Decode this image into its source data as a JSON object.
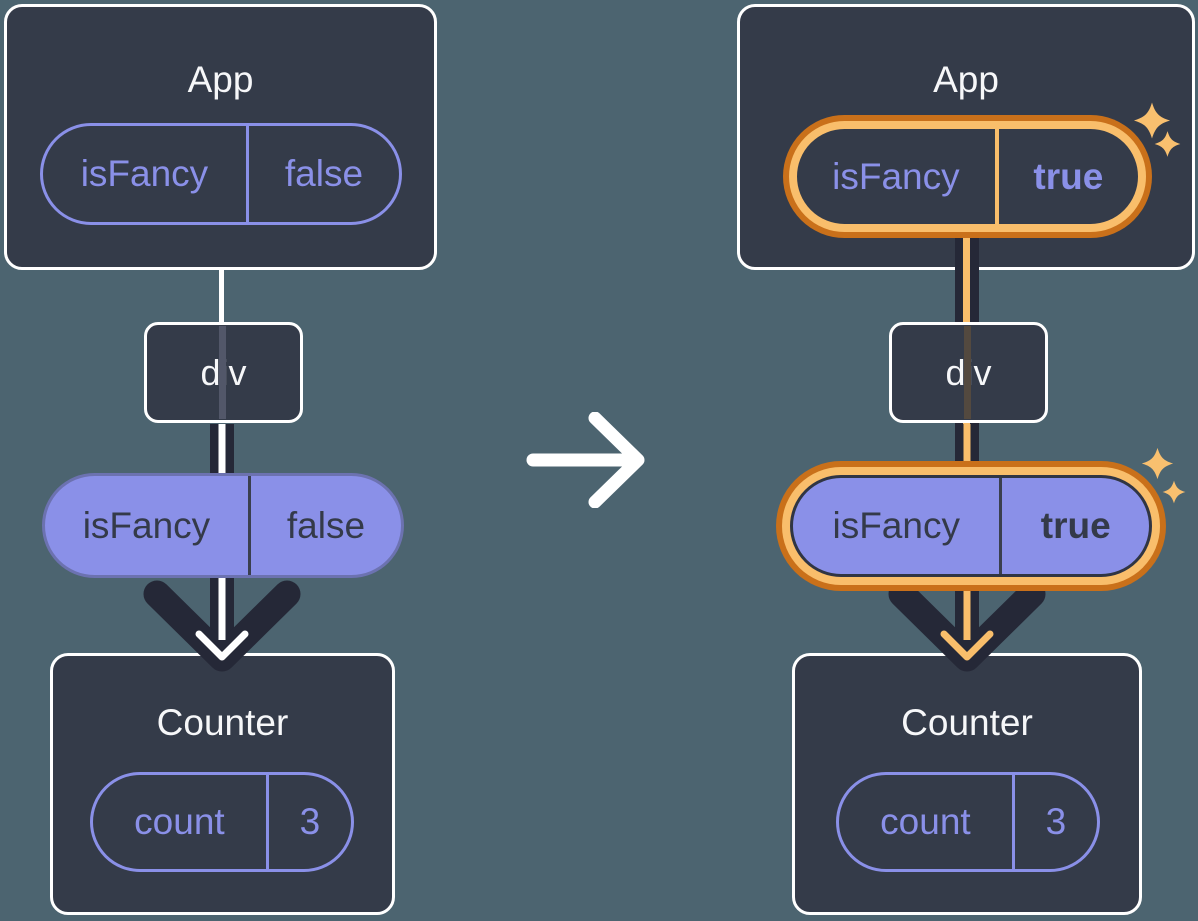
{
  "colors": {
    "background": "#4C6470",
    "card": "#343B49",
    "accent_purple": "#8A90E8",
    "arrow_dark": "#252837",
    "highlight_orange_light": "#F9BE6B",
    "highlight_orange_dark": "#C9701A",
    "title_text": "#F6F7F9",
    "text_on_purple": "#343A49"
  },
  "icons": {
    "transition": "right-arrow",
    "sparkle": "four-point-star"
  },
  "before": {
    "app": {
      "title": "App",
      "state_key": "isFancy",
      "state_value": "false"
    },
    "div_node": {
      "label": "div"
    },
    "passed_prop": {
      "key": "isFancy",
      "value": "false"
    },
    "counter": {
      "title": "Counter",
      "state_key": "count",
      "state_value": "3"
    }
  },
  "after": {
    "app": {
      "title": "App",
      "state_key": "isFancy",
      "state_value": "true"
    },
    "div_node": {
      "label": "div"
    },
    "passed_prop": {
      "key": "isFancy",
      "value": "true"
    },
    "counter": {
      "title": "Counter",
      "state_key": "count",
      "state_value": "3"
    }
  }
}
